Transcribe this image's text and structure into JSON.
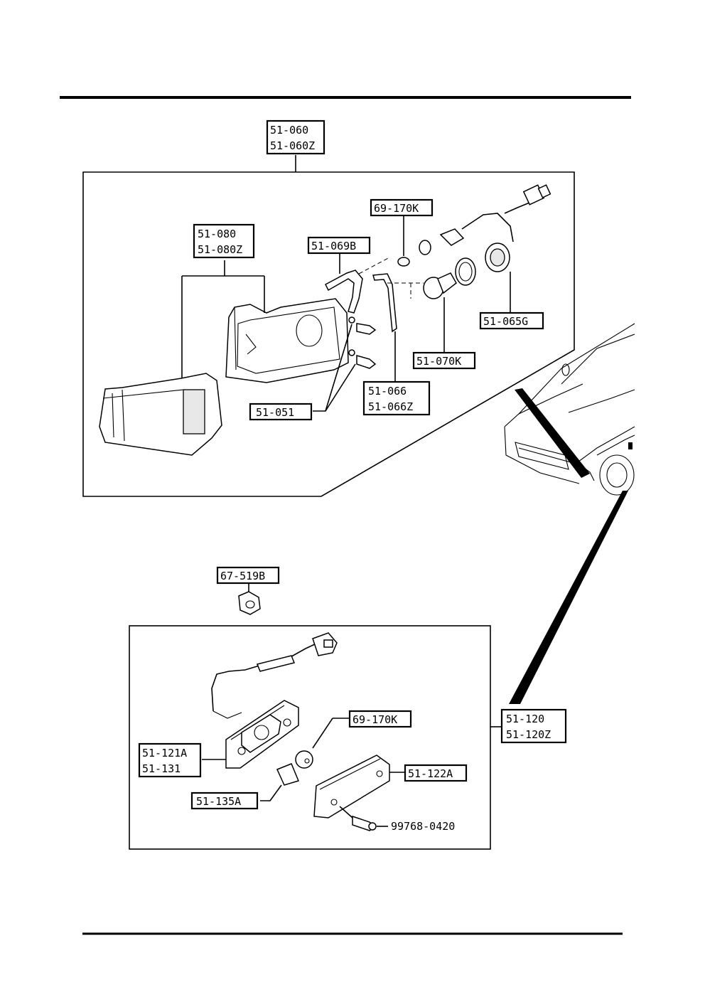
{
  "labels": {
    "headlamp_assy_1": "51-060",
    "headlamp_assy_2": "51-060Z",
    "lamp_lens_1": "51-080",
    "lamp_lens_2": "51-080Z",
    "gasket": "51-069B",
    "bulb_small": "69-170K",
    "socket": "51-065G",
    "bulb": "51-070K",
    "bracket_1": "51-066",
    "bracket_2": "51-066Z",
    "screw": "51-051",
    "clip": "67-519B",
    "side_marker_bulb": "69-170K",
    "side_marker_assy_1": "51-120",
    "side_marker_assy_2": "51-120Z",
    "side_housing_1": "51-121A",
    "side_housing_2": "51-131",
    "side_lens": "51-122A",
    "side_pad": "51-135A",
    "side_screw": "99768-0420"
  }
}
